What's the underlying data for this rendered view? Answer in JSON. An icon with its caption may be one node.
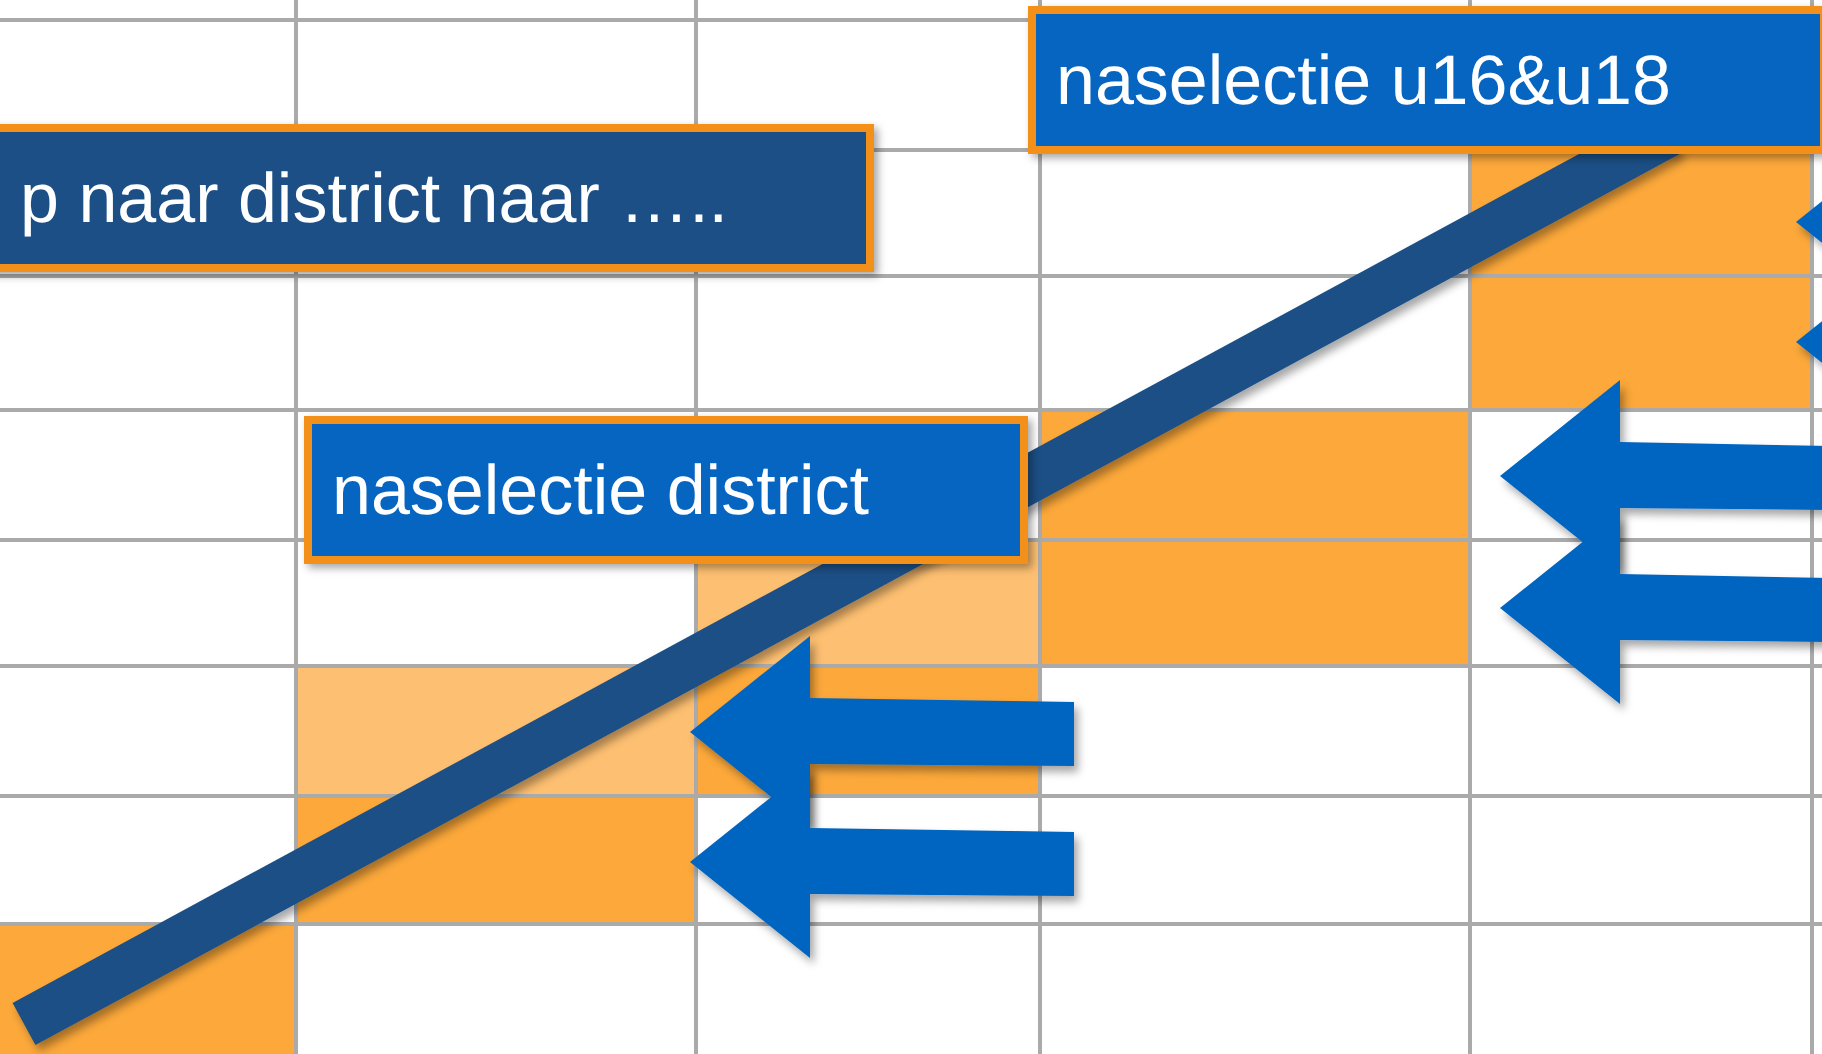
{
  "diagram": {
    "nodes": [
      {
        "text": [
          "naselectie u16&u18"
        ]
      },
      {
        "text": [
          "p naar district naar ….."
        ]
      },
      {
        "text": [
          "naselectie district"
        ]
      }
    ]
  }
}
